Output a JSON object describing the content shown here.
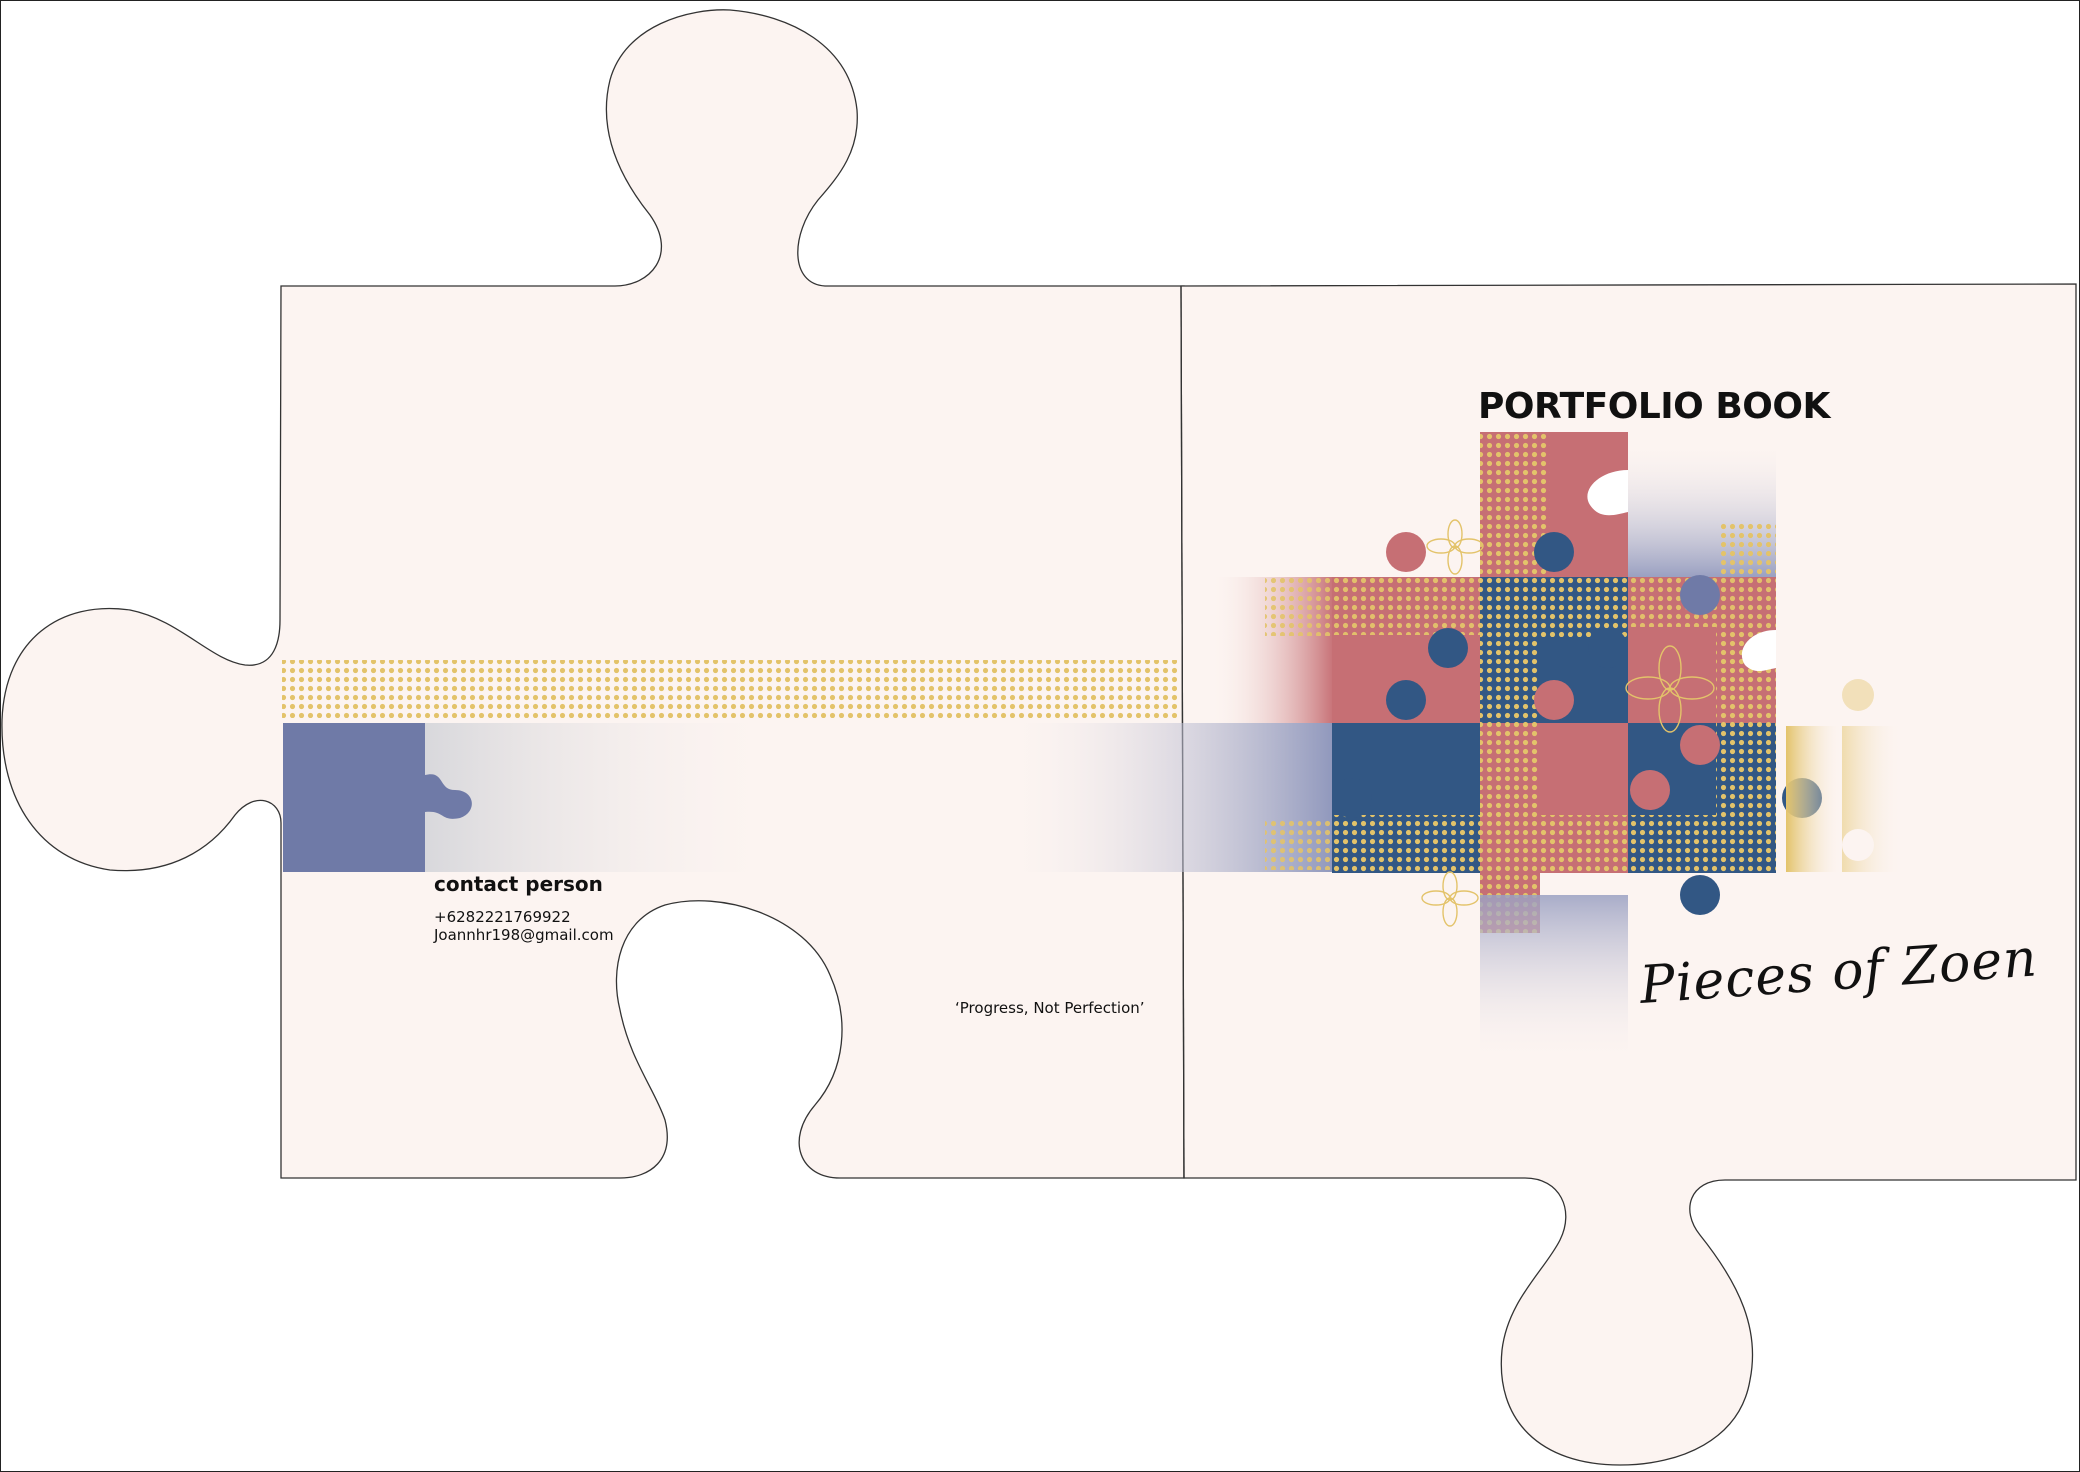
{
  "cover": {
    "title": "PORTFOLIO BOOK",
    "script_title": "Pieces of Zoen",
    "motto": "‘Progress, Not Perfection’",
    "contact": {
      "heading": "contact person",
      "phone": "+6282221769922",
      "email": "Joannhr198@gmail.com"
    }
  },
  "colors": {
    "paper": "#fcf4f1",
    "pink": "#c66f74",
    "navy": "#325784",
    "lavender": "#6f7aa7",
    "gold": "#e3c36a",
    "outline": "#333333"
  }
}
